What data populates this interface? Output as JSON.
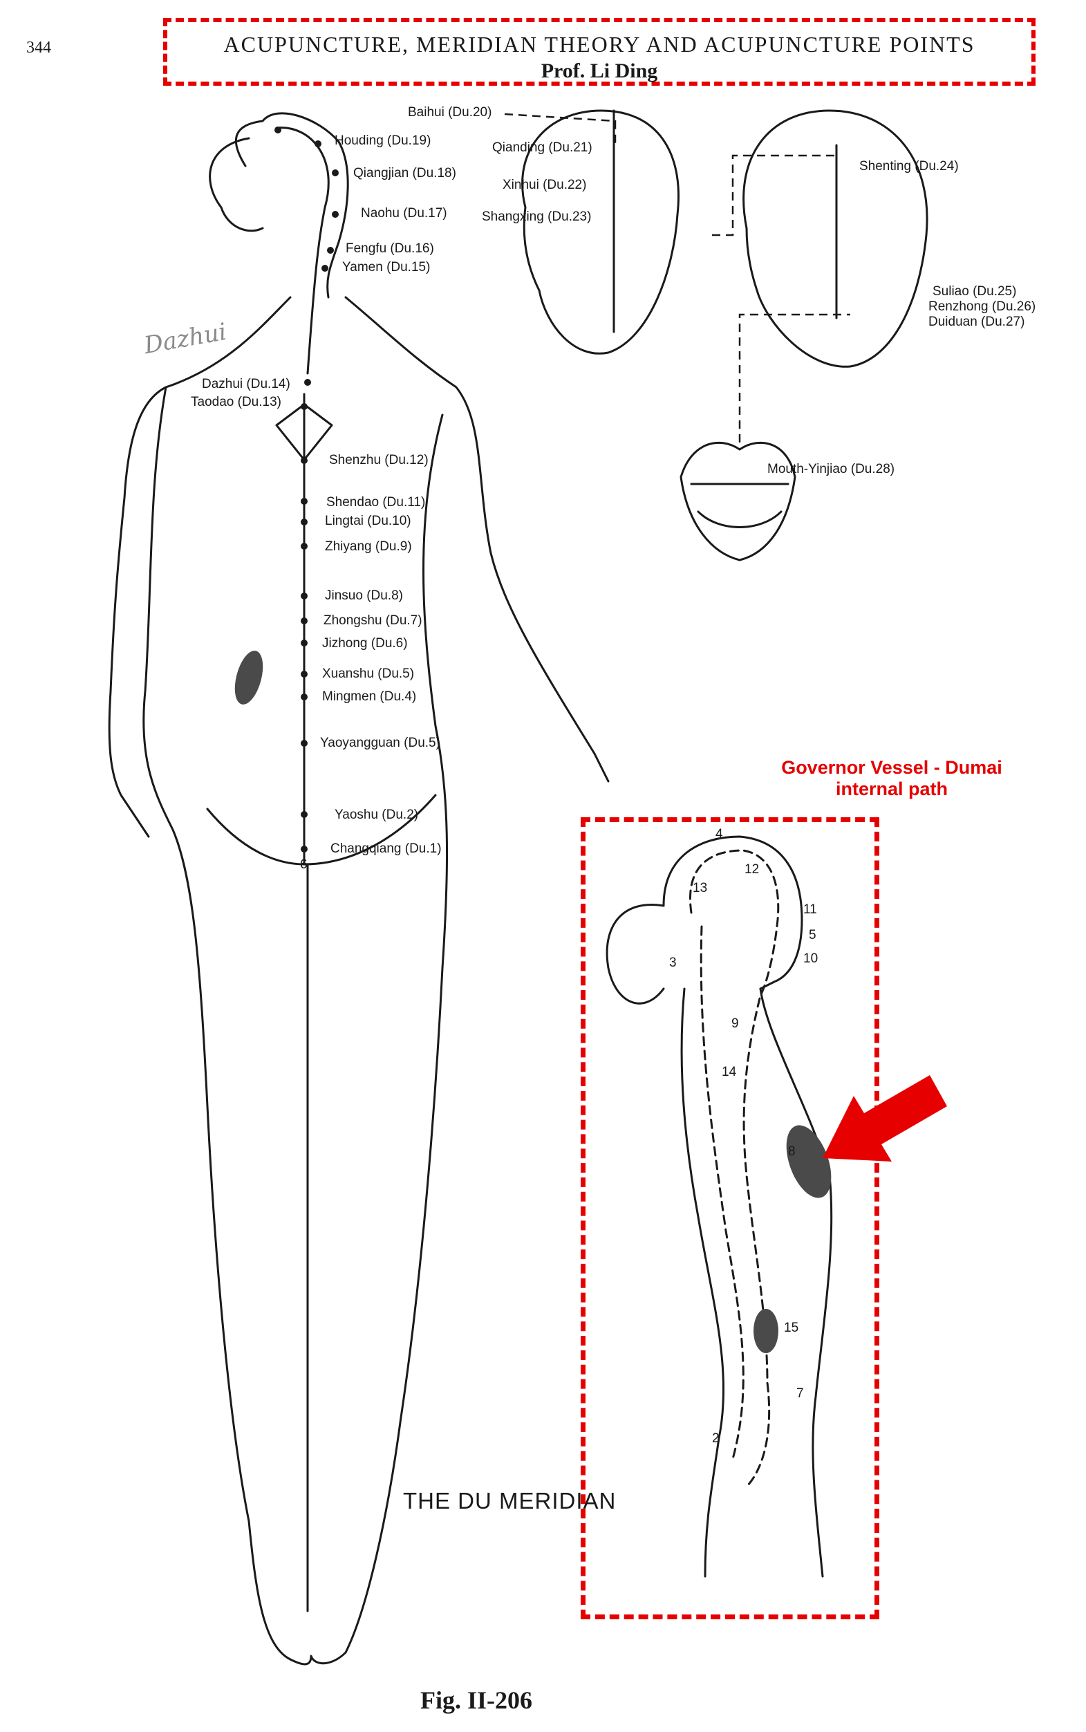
{
  "header": {
    "page_number": "344",
    "title": "ACUPUNCTURE, MERIDIAN THEORY AND ACUPUNCTURE POINTS",
    "author": "Prof. Li Ding"
  },
  "handwritten_note": "Dazhui",
  "points": [
    {
      "id": "baihui",
      "label": "Baihui (Du.20)"
    },
    {
      "id": "houding",
      "label": "Houding (Du.19)"
    },
    {
      "id": "qiangjian",
      "label": "Qiangjian (Du.18)"
    },
    {
      "id": "naohu",
      "label": "Naohu (Du.17)"
    },
    {
      "id": "fengfu",
      "label": "Fengfu (Du.16)"
    },
    {
      "id": "yamen",
      "label": "Yamen (Du.15)"
    },
    {
      "id": "dazhui",
      "label": "Dazhui (Du.14)"
    },
    {
      "id": "taodao",
      "label": "Taodao (Du.13)"
    },
    {
      "id": "shenzhu",
      "label": "Shenzhu (Du.12)"
    },
    {
      "id": "shendao",
      "label": "Shendao (Du.11)"
    },
    {
      "id": "lingtai",
      "label": "Lingtai (Du.10)"
    },
    {
      "id": "zhiyang",
      "label": "Zhiyang (Du.9)"
    },
    {
      "id": "jinsuo",
      "label": "Jinsuo (Du.8)"
    },
    {
      "id": "zhongshu",
      "label": "Zhongshu (Du.7)"
    },
    {
      "id": "jizhong",
      "label": "Jizhong (Du.6)"
    },
    {
      "id": "xuanshu",
      "label": "Xuanshu (Du.5)"
    },
    {
      "id": "mingmen",
      "label": "Mingmen (Du.4)"
    },
    {
      "id": "yaoyangguan",
      "label": "Yaoyangguan (Du.5)"
    },
    {
      "id": "yaoshu",
      "label": "Yaoshu (Du.2)"
    },
    {
      "id": "changqiang",
      "label": "Changqiang (Du.1)"
    },
    {
      "id": "qianding",
      "label": "Qianding (Du.21)"
    },
    {
      "id": "xinhui",
      "label": "Xinhui (Du.22)"
    },
    {
      "id": "shangxing",
      "label": "Shangxing (Du.23)"
    },
    {
      "id": "shenting",
      "label": "Shenting (Du.24)"
    },
    {
      "id": "suliao",
      "label": "Suliao (Du.25)"
    },
    {
      "id": "renzhong",
      "label": "Renzhong (Du.26)"
    },
    {
      "id": "duiduan",
      "label": "Duiduan (Du.27)"
    },
    {
      "id": "yinjiao",
      "label": "Mouth-Yinjiao (Du.28)"
    }
  ],
  "spine_end_number": "6",
  "callout": {
    "line1": "Governor Vessel - Dumai",
    "line2": "internal path"
  },
  "inset_numbers": [
    "4",
    "12",
    "13",
    "11",
    "5",
    "10",
    "3",
    "9",
    "14",
    "8",
    "15",
    "7",
    "2"
  ],
  "diagram_title": "THE DU MERIDIAN",
  "figure_caption": "Fig. II-206",
  "colors": {
    "accent_red": "#e60000",
    "line": "#1a1a1a"
  }
}
